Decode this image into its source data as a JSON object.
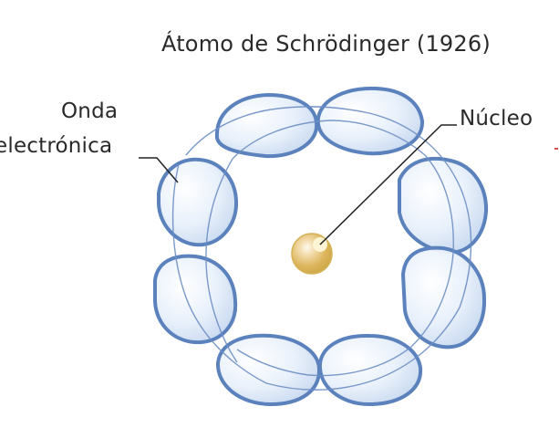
{
  "diagram": {
    "title": "Átomo de Schrödinger (1926)",
    "labels": {
      "electron_wave_line1": "Onda",
      "electron_wave_line2": "electrónica",
      "nucleus": "Núcleo"
    },
    "colors": {
      "lobe_outline": "#5b82bd",
      "lobe_fill": "#dbe7f6",
      "lobe_highlight": "#f5f9ff",
      "nucleus": "#d8b85b",
      "nucleus_highlight": "#fff7d8",
      "text": "#2a2a2a"
    },
    "icons": [
      "atom-diagram-icon"
    ]
  }
}
